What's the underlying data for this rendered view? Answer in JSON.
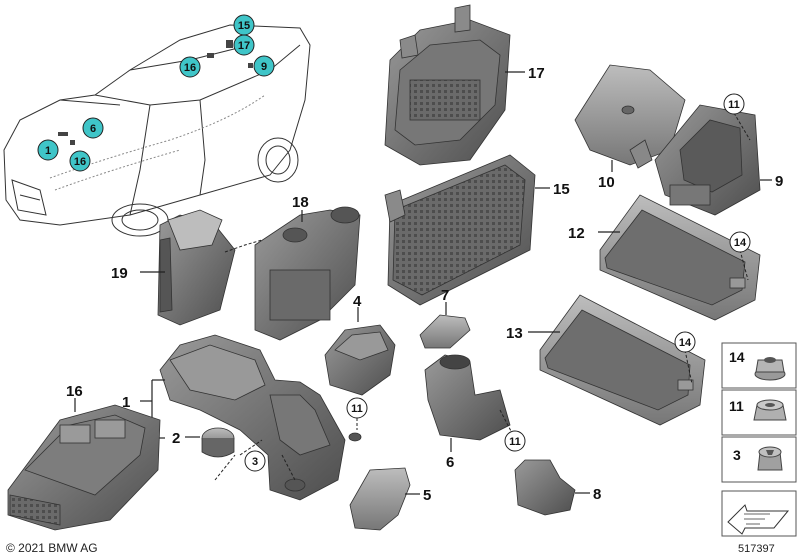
{
  "footer": {
    "copyright": "© 2021 BMW AG",
    "diagram_id": "517397"
  },
  "car_overview": {
    "callouts": [
      "15",
      "17",
      "16",
      "9",
      "6",
      "1",
      "16"
    ]
  },
  "part_labels": {
    "p1": "1",
    "p2": "2",
    "p3": "3",
    "p4": "4",
    "p5": "5",
    "p6": "6",
    "p7": "7",
    "p8": "8",
    "p9": "9",
    "p10": "10",
    "p12": "12",
    "p13": "13",
    "p15": "15",
    "p16": "16",
    "p17": "17",
    "p18": "18",
    "p19": "19"
  },
  "circle_labels": {
    "c3": "3",
    "c11a": "11",
    "c11b": "11",
    "c11c": "11",
    "c14a": "14",
    "c14b": "14"
  },
  "hardware_legend": [
    {
      "number": "14"
    },
    {
      "number": "11"
    },
    {
      "number": "3"
    }
  ],
  "colors": {
    "callout_fill": "#3fc5c8",
    "part_body": "#6e6e6e",
    "part_light": "#a8a8a8",
    "part_dark": "#4a4a4a",
    "legend_border": "#555555"
  }
}
